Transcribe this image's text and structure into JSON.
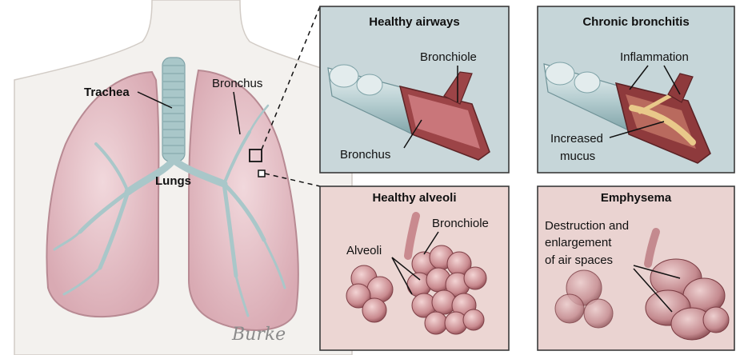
{
  "body_figure": {
    "labels": {
      "trachea": "Trachea",
      "bronchus": "Bronchus",
      "lungs": "Lungs"
    },
    "signature": "Burke"
  },
  "panels": {
    "healthy_airways": {
      "title": "Healthy airways",
      "bronchiole": "Bronchiole",
      "bronchus": "Bronchus"
    },
    "chronic_bronchitis": {
      "title": "Chronic bronchitis",
      "inflammation": "Inflammation",
      "increased_mucus_1": "Increased",
      "increased_mucus_2": "mucus"
    },
    "healthy_alveoli": {
      "title": "Healthy alveoli",
      "bronchiole": "Bronchiole",
      "alveoli": "Alveoli"
    },
    "emphysema": {
      "title": "Emphysema",
      "destruction_1": "Destruction and",
      "destruction_2": "enlargement",
      "destruction_3": "of air spaces"
    }
  },
  "colors": {
    "airway_panel_bg": "#c9d7da",
    "alveoli_panel_bg": "#ecd6d3",
    "lung_fill": "#e9c9cf",
    "bronchial_tree": "#a9c7c9",
    "tissue_red": "#8e3a3c",
    "mucus": "#e9c98a",
    "alveoli_pink": "#d9a7aa"
  }
}
